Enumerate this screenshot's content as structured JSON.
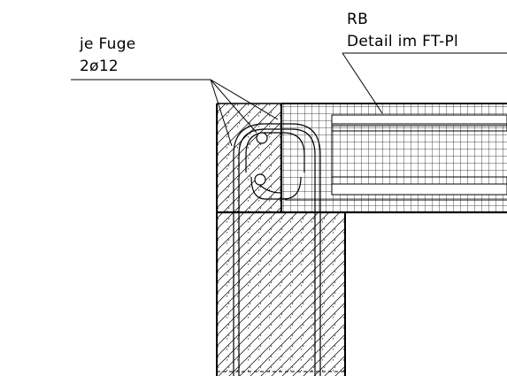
{
  "annotations": {
    "joint_label": "je Fuge",
    "joint_rebar": "2ø12",
    "rb_label": "RB",
    "detail_label": "Detail im FT-Pl"
  },
  "colors": {
    "background": "#ffffff",
    "line": "#000000"
  }
}
